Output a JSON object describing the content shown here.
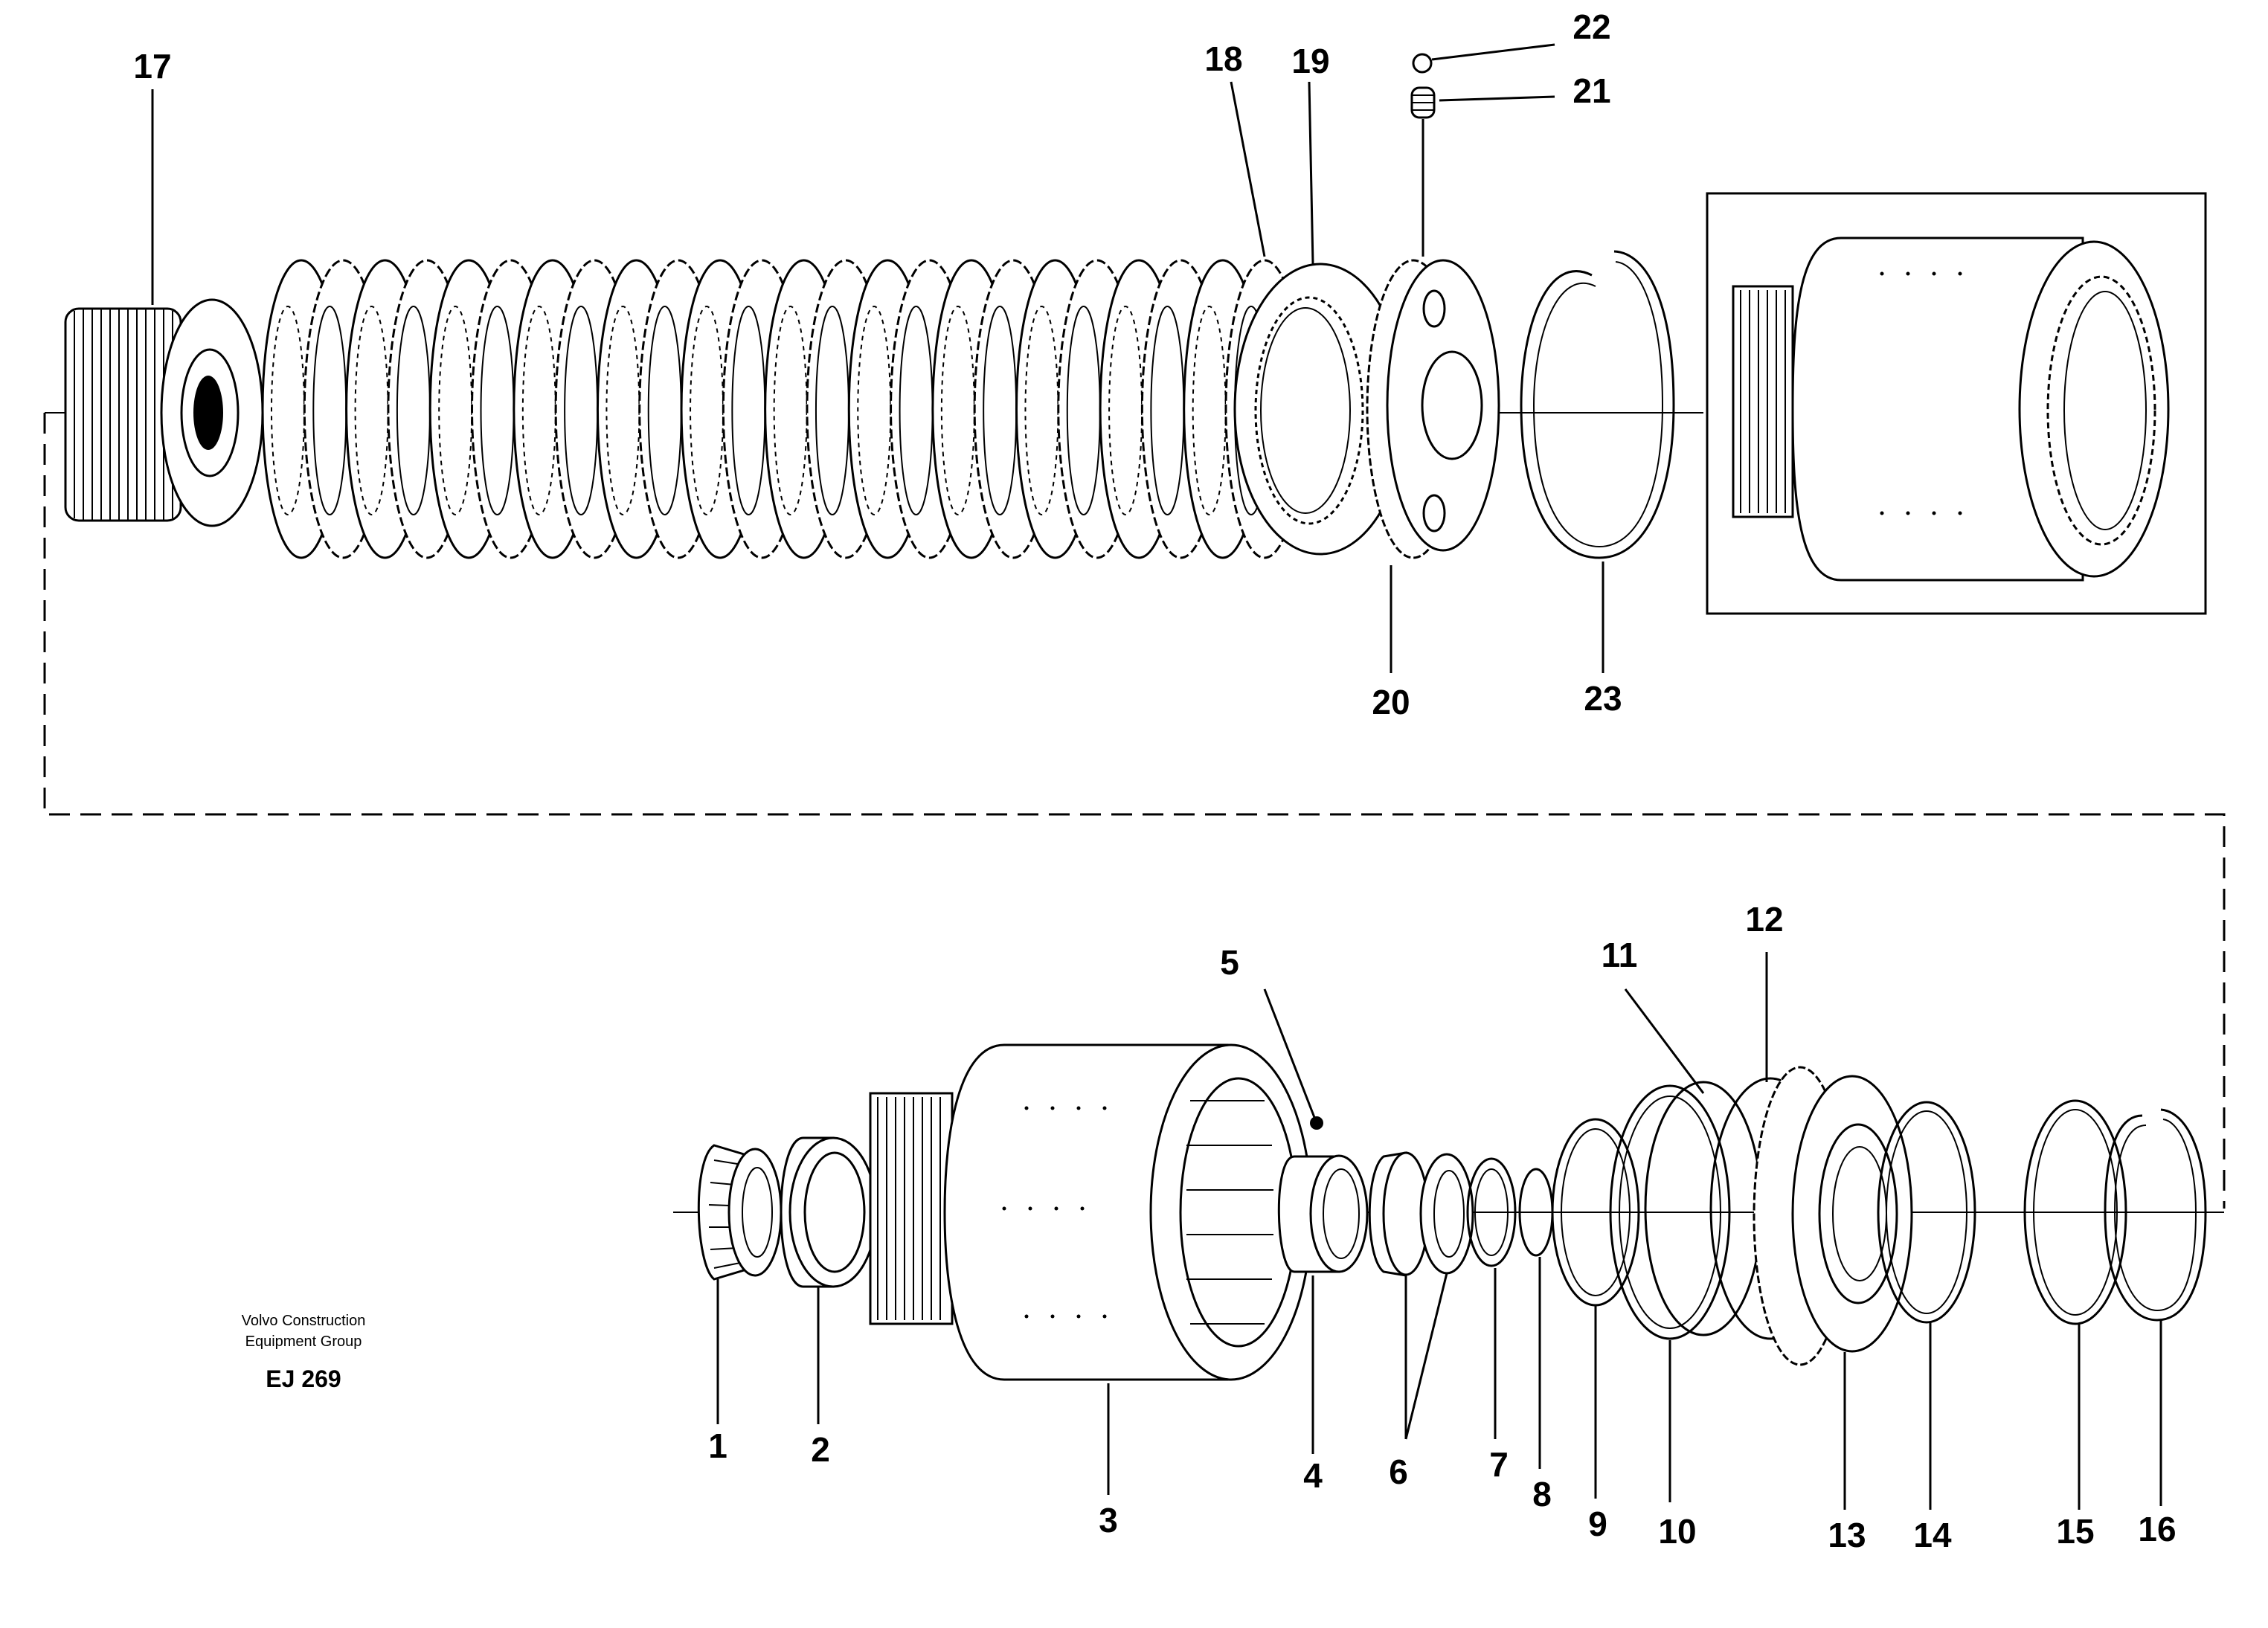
{
  "diagram": {
    "callouts": [
      "1",
      "2",
      "3",
      "4",
      "5",
      "6",
      "7",
      "8",
      "9",
      "10",
      "11",
      "12",
      "13",
      "14",
      "15",
      "16",
      "17",
      "18",
      "19",
      "20",
      "21",
      "22",
      "23"
    ],
    "caption": {
      "line1": "Volvo Construction",
      "line2": "Equipment Group",
      "code": "EJ 269"
    }
  }
}
